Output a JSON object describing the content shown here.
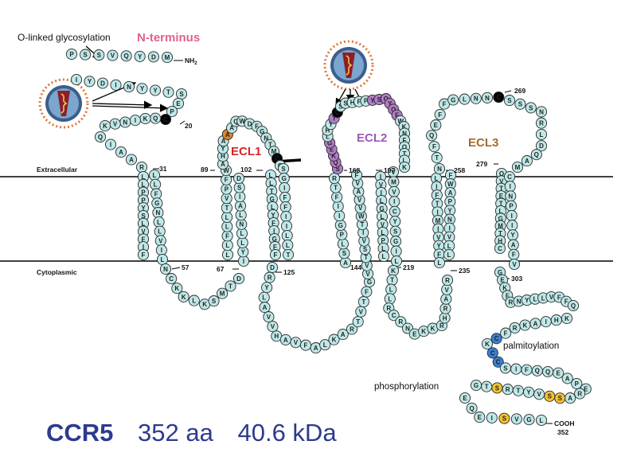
{
  "protein": {
    "name": "CCR5",
    "length": "352 aa",
    "mass": "40.6 kDa"
  },
  "labels": {
    "glycosylation": "O-linked glycosylation",
    "n_terminus": "N-terminus",
    "nh2": "NH",
    "nh2_sub": "2",
    "extracellular": "Extracellular",
    "cytoplasmic": "Cytoplasmic",
    "ecl1": "ECL1",
    "ecl2": "ECL2",
    "ecl3": "ECL3",
    "palmitoylation": "palmitoylation",
    "phosphorylation": "phosphorylation",
    "cooh": "COOH",
    "cooh_num": "352"
  },
  "positions": [
    {
      "id": "p20",
      "text": "20"
    },
    {
      "id": "p31",
      "text": "31"
    },
    {
      "id": "p57",
      "text": "57"
    },
    {
      "id": "p67",
      "text": "67"
    },
    {
      "id": "p89",
      "text": "89"
    },
    {
      "id": "p102",
      "text": "102"
    },
    {
      "id": "p125",
      "text": "125"
    },
    {
      "id": "p144",
      "text": "144"
    },
    {
      "id": "p168",
      "text": "168"
    },
    {
      "id": "p197",
      "text": "197"
    },
    {
      "id": "p219",
      "text": "219"
    },
    {
      "id": "p235",
      "text": "235"
    },
    {
      "id": "p258",
      "text": "258"
    },
    {
      "id": "p269",
      "text": "269"
    },
    {
      "id": "p279",
      "text": "279"
    },
    {
      "id": "p303",
      "text": "303"
    }
  ],
  "colors": {
    "residue_fill": "#bfe8e8",
    "residue_stroke": "#2a2a2a",
    "disulfide": "#000000",
    "ecl2_purple": "#b07cc6",
    "palmitoyl_blue": "#3b7fd1",
    "phospho_yellow": "#f2c230",
    "glyco_orange": "#e0842c",
    "n_terminus_text": "#e0608f",
    "ecl1_text": "#d62626",
    "ecl2_text": "#9b59b6",
    "ecl3_text": "#a86a2c",
    "title_text": "#2d3a8f"
  },
  "segments": [
    {
      "name": "nterm-top",
      "seq": "PSSVQYDM"
    },
    {
      "name": "nterm-mid",
      "seq": "IYDINYYTS"
    },
    {
      "name": "nterm-hook",
      "seq": "EPCQKINVK"
    },
    {
      "name": "nterm-down",
      "seq": "QIAAR"
    },
    {
      "name": "tm1-a",
      "seq": "LLPPYSLVFIF"
    },
    {
      "name": "tm1-b",
      "seq": "LLFGNLLVIL"
    },
    {
      "name": "icl1",
      "seq": "NCKKLKSMTD"
    },
    {
      "name": "tm2-a",
      "seq": "IYLLNLAISD"
    },
    {
      "name": "tm2-b",
      "seq": "LLFLLTVPFW"
    },
    {
      "name": "ecl1",
      "seq": "AHYAAAQWDFGNTMCQ"
    },
    {
      "name": "tm3-a",
      "seq": "LLTGLYFIGFF"
    },
    {
      "name": "tm3-b",
      "seq": "SGIFFIILLT"
    },
    {
      "name": "icl2",
      "seq": "DRYLAVVHAVFALKARTVTFG"
    },
    {
      "name": "tm4-a",
      "seq": "VVTSVITWVVAVF"
    },
    {
      "name": "tm4-b",
      "seq": "ASLPGIIFTR"
    },
    {
      "name": "ecl2",
      "seq": "SQKEGLHYTCSSHFPYSQYQFWKNFQTLK"
    },
    {
      "name": "tm5-a",
      "seq": "IVILGLVLPLL"
    },
    {
      "name": "tm5-b",
      "seq": "VMVICYSGIL"
    },
    {
      "name": "icl3",
      "seq": "KTLLRCRNEKKRHRAVR"
    },
    {
      "name": "tm6-a",
      "seq": "LIFTIMIVYFL"
    },
    {
      "name": "tm6-b",
      "seq": "FWAPYNIVLL"
    },
    {
      "name": "ecl3",
      "seq": "NTFQEFFGLNNCSSSNRLDQAM"
    },
    {
      "name": "tm7-a",
      "seq": "QVTETLGMTHC"
    },
    {
      "name": "tm7-b",
      "seq": "CINPIIYAFV"
    },
    {
      "name": "cterm-1",
      "seq": "GEKFRNYLLVFFQ"
    },
    {
      "name": "cterm-2",
      "seq": "KHIAKRFCKCCSIFQQEAPERASSVYTRSTG"
    },
    {
      "name": "cterm-3",
      "seq": "EQEISVGL"
    }
  ]
}
